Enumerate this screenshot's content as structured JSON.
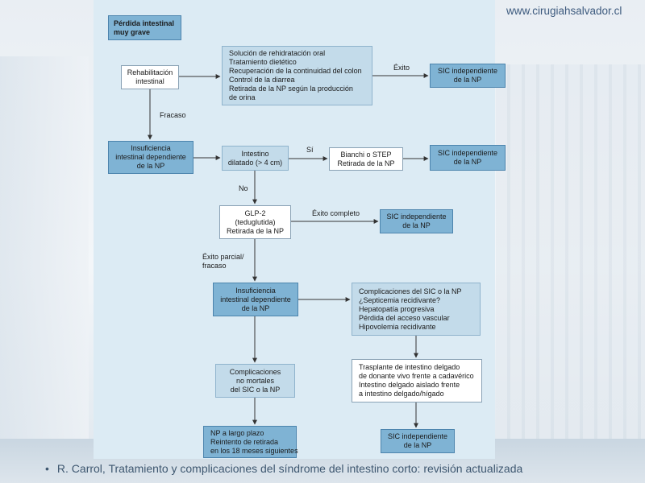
{
  "site_url": "www.cirugiahsalvador.cl",
  "citation": "R. Carrol, Tratamiento y complicaciones del síndrome del intestino corto: revisión actualizada",
  "diagram": {
    "title": [
      "Pérdida intestinal",
      "muy grave"
    ],
    "rehab": [
      "Rehabilitación",
      "intestinal"
    ],
    "treatment": [
      "Solución de rehidratación oral",
      "Tratamiento dietético",
      "Recuperación de la continuidad del colon",
      "Control de la diarrea",
      "Retirada de la NP según la producción",
      "de orina"
    ],
    "sic_indep_1": [
      "SIC independiente",
      "de la NP"
    ],
    "insuf_1": [
      "Insuficiencia",
      "intestinal dependiente",
      "de la NP"
    ],
    "dilated": [
      "Intestino",
      "dilatado (> 4 cm)"
    ],
    "bianchi": [
      "Bianchi o STEP",
      "Retirada de la NP"
    ],
    "sic_indep_2": [
      "SIC independiente",
      "de la NP"
    ],
    "glp2": [
      "GLP-2",
      "(teduglutida)",
      "Retirada de la NP"
    ],
    "sic_indep_3": [
      "SIC independiente",
      "de la NP"
    ],
    "insuf_2": [
      "Insuficiencia",
      "intestinal dependiente",
      "de la NP"
    ],
    "complications": [
      "Complicaciones del SIC o la NP",
      "¿Septicemia recidivante?",
      "Hepatopatía progresiva",
      "Pérdida del acceso vascular",
      "Hipovolemia recidivante"
    ],
    "non_lethal": [
      "Complicaciones",
      "no mortales",
      "del SIC o la NP"
    ],
    "transplant": [
      "Trasplante de intestino delgado",
      "de donante vivo frente a cadavérico",
      "Intestino delgado aislado frente",
      "a intestino delgado/hígado"
    ],
    "long_term": [
      "NP a largo plazo",
      "Reintento de retirada",
      "en los 18 meses siguientes"
    ],
    "sic_indep_4": [
      "SIC independiente",
      "de la NP"
    ],
    "labels": {
      "exito": "Éxito",
      "fracaso": "Fracaso",
      "si": "Sí",
      "no": "No",
      "exito_completo": "Éxito completo",
      "exito_parcial": [
        "Éxito parcial/",
        "fracaso"
      ]
    }
  }
}
